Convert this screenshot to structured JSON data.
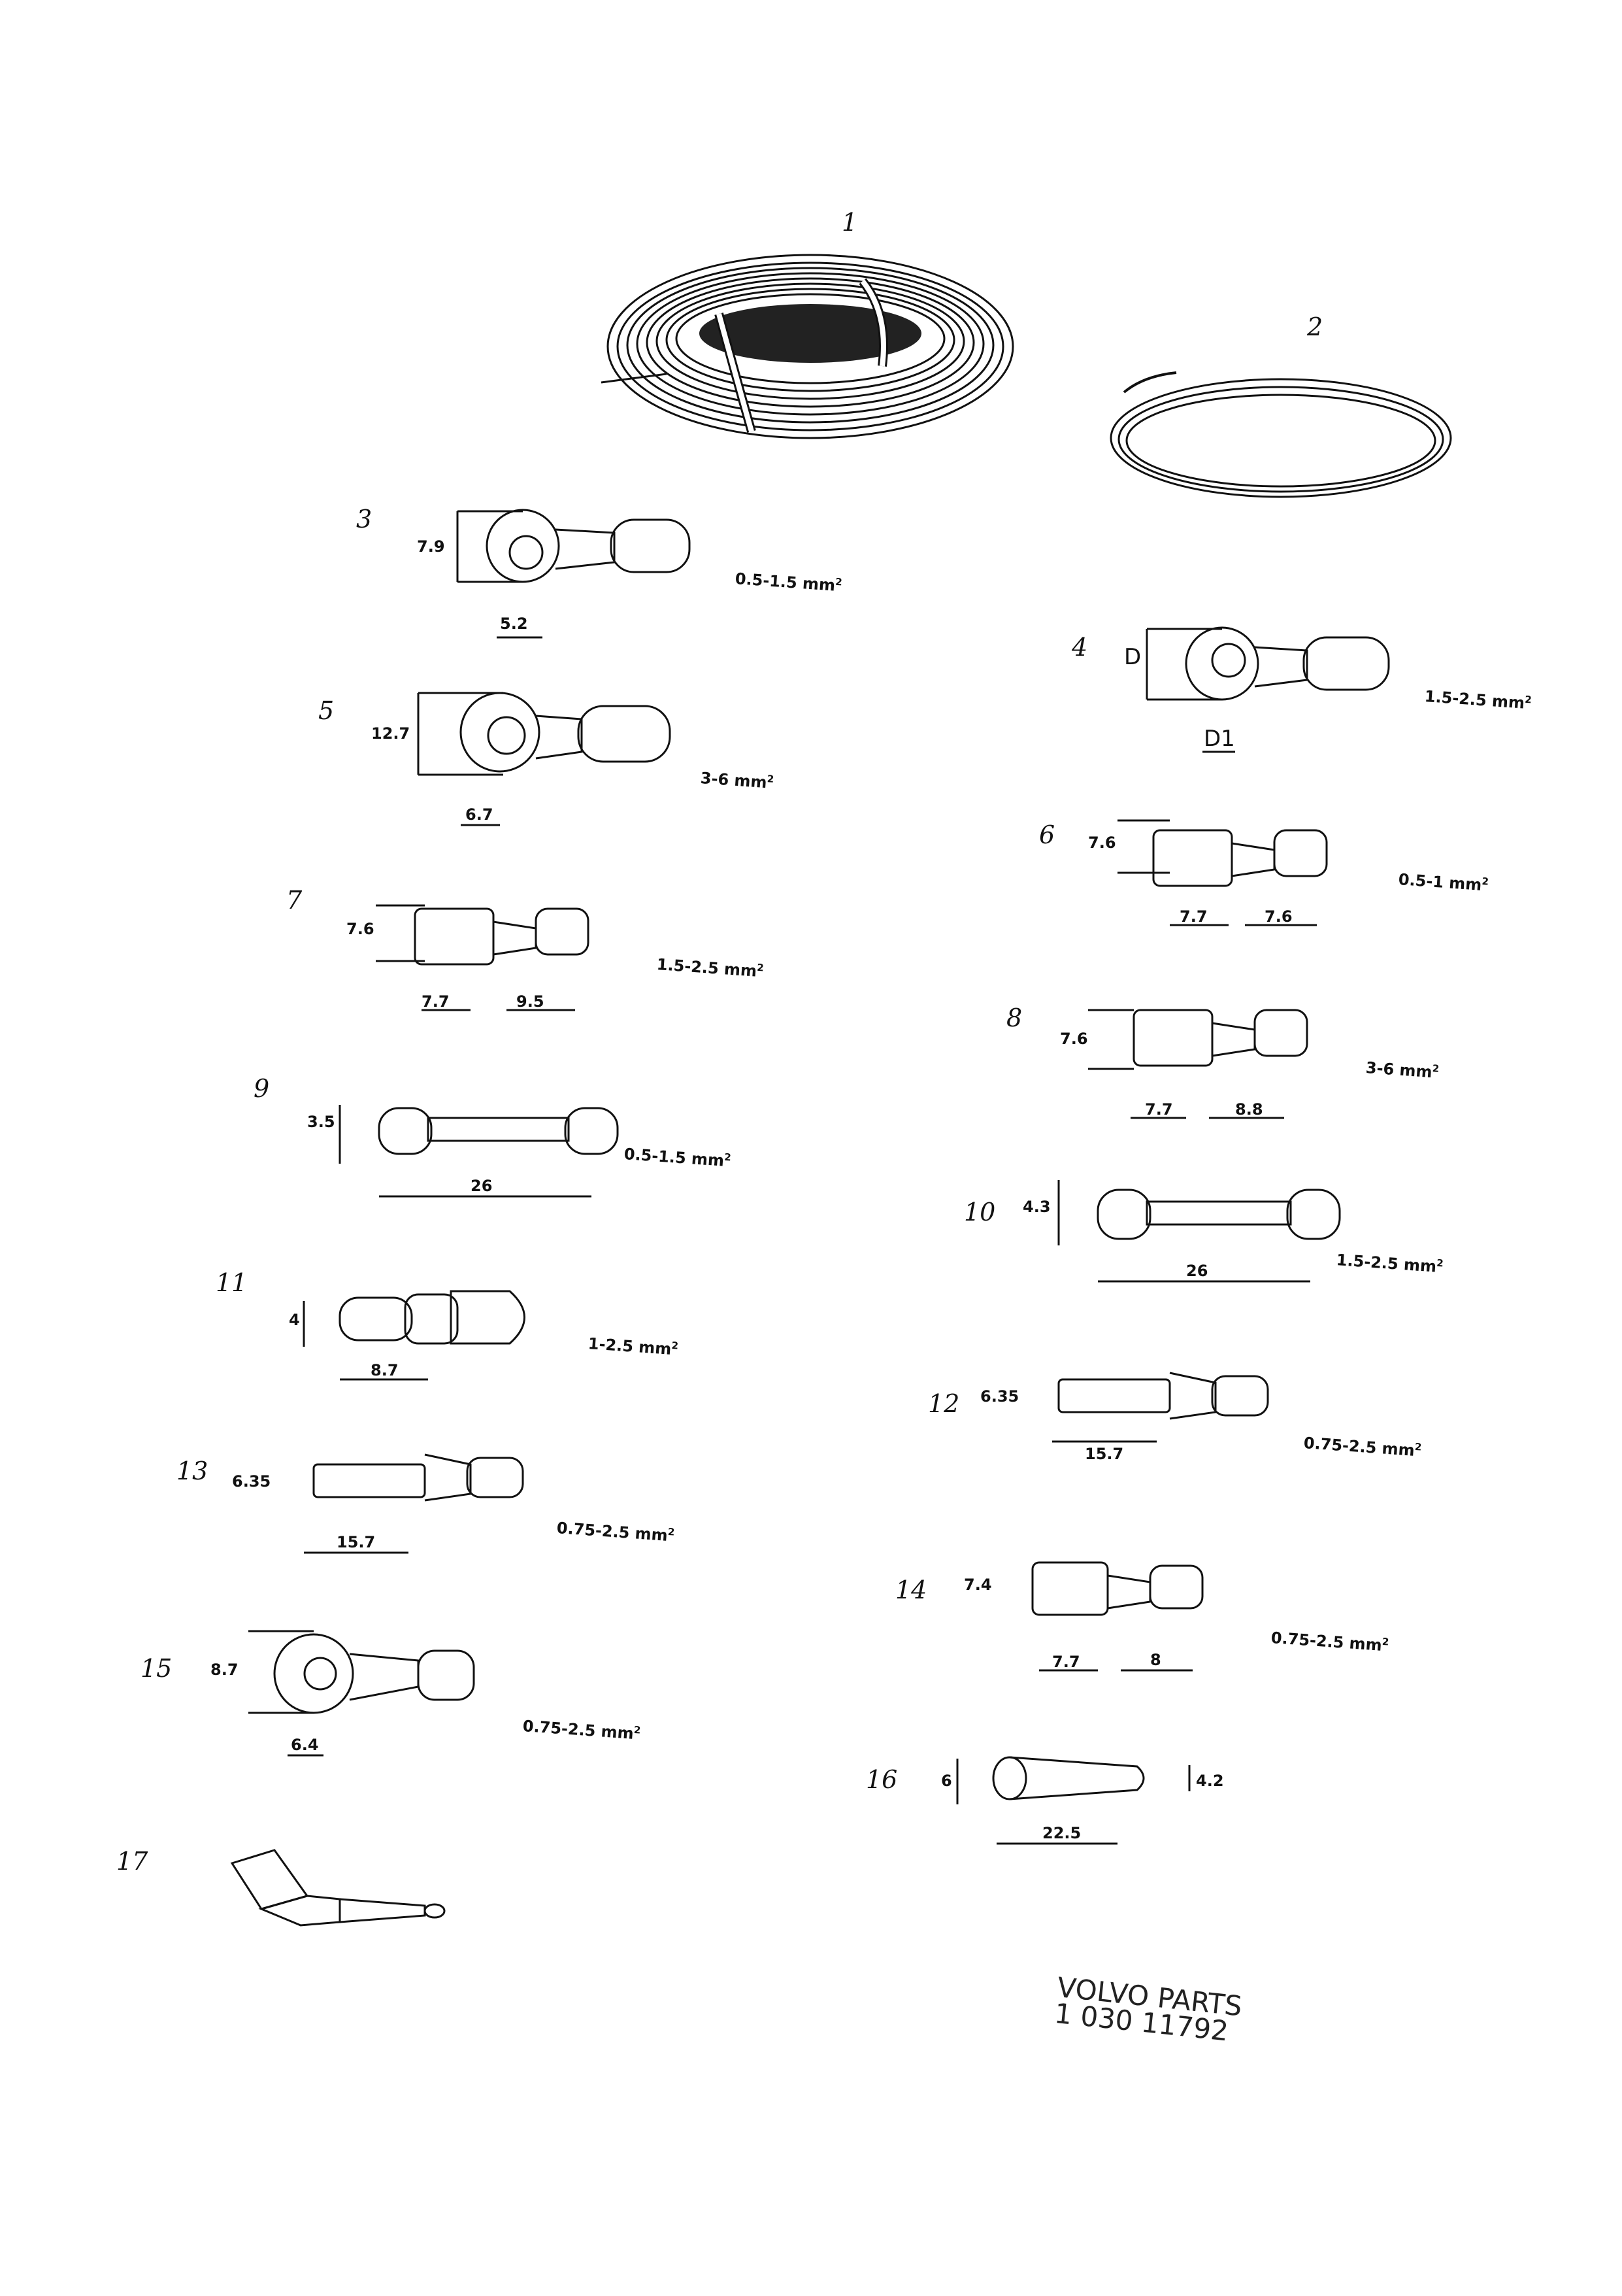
{
  "document": {
    "stamp": {
      "line1": "VOLVO PARTS",
      "line2": "1  030  11792"
    }
  },
  "items": [
    {
      "number": "1"
    },
    {
      "number": "2"
    },
    {
      "number": "3",
      "dims": [
        "7.9",
        "5.2"
      ],
      "spec": "0.5-1.5 mm",
      "sup": "2"
    },
    {
      "number": "4",
      "dims": [
        "D",
        "D1"
      ],
      "spec": "1.5-2.5 mm",
      "sup": "2"
    },
    {
      "number": "5",
      "dims": [
        "12.7",
        "6.7"
      ],
      "spec": "3-6 mm",
      "sup": "2"
    },
    {
      "number": "6",
      "dims": [
        "7.6",
        "7.7",
        "7.6"
      ],
      "spec": "0.5-1 mm",
      "sup": "2"
    },
    {
      "number": "7",
      "dims": [
        "7.6",
        "7.7",
        "9.5"
      ],
      "spec": "1.5-2.5 mm",
      "sup": "2"
    },
    {
      "number": "8",
      "dims": [
        "7.6",
        "7.7",
        "8.8"
      ],
      "spec": "3-6 mm",
      "sup": "2"
    },
    {
      "number": "9",
      "dims": [
        "3.5",
        "26"
      ],
      "spec": "0.5-1.5 mm",
      "sup": "2"
    },
    {
      "number": "10",
      "dims": [
        "4.3",
        "26"
      ],
      "spec": "1.5-2.5 mm",
      "sup": "2"
    },
    {
      "number": "11",
      "dims": [
        "4",
        "8.7"
      ],
      "spec": "1-2.5 mm",
      "sup": "2"
    },
    {
      "number": "12",
      "dims": [
        "6.35",
        "15.7"
      ],
      "spec": "0.75-2.5 mm",
      "sup": "2"
    },
    {
      "number": "13",
      "dims": [
        "6.35",
        "15.7"
      ],
      "spec": "0.75-2.5 mm",
      "sup": "2"
    },
    {
      "number": "14",
      "dims": [
        "7.4",
        "7.7",
        "8"
      ],
      "spec": "0.75-2.5 mm",
      "sup": "2"
    },
    {
      "number": "15",
      "dims": [
        "8.7",
        "6.4"
      ],
      "spec": "0.75-2.5 mm",
      "sup": "2"
    },
    {
      "number": "16",
      "dims": [
        "6",
        "4.2",
        "22.5"
      ]
    },
    {
      "number": "17"
    }
  ]
}
